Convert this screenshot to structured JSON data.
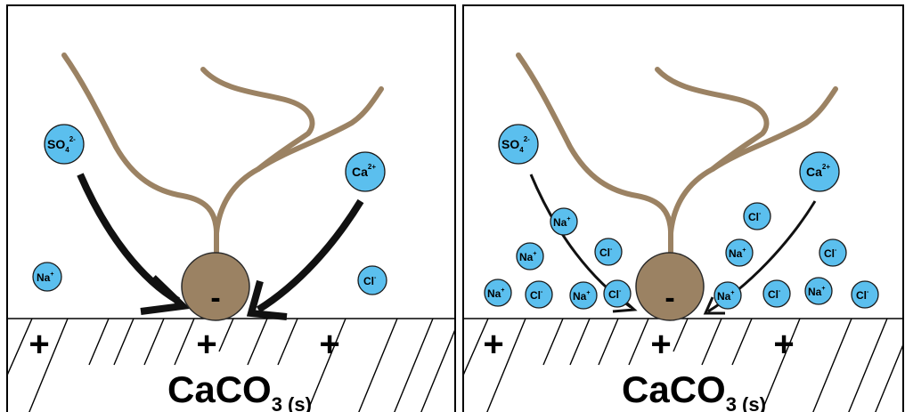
{
  "colors": {
    "ion_fill": "#5bbfee",
    "ion_stroke": "#1a1a1a",
    "polymer": "#9b8263",
    "arrow": "#111111",
    "border": "#000000"
  },
  "panels": [
    {
      "surface_formula": "CaCO",
      "surface_subscript": "3 (s)",
      "particle_charge": "-",
      "surface_charges": [
        "+",
        "+",
        "+"
      ],
      "ions": [
        {
          "base": "SO",
          "sub": "4",
          "sup": "2-"
        },
        {
          "base": "Ca",
          "sub": "",
          "sup": "2+"
        },
        {
          "base": "Na",
          "sub": "",
          "sup": "+"
        },
        {
          "base": "Cl",
          "sub": "",
          "sup": "-"
        }
      ]
    },
    {
      "surface_formula": "CaCO",
      "surface_subscript": "3 (s)",
      "particle_charge": "-",
      "surface_charges": [
        "+",
        "+",
        "+"
      ],
      "ions": [
        {
          "base": "SO",
          "sub": "4",
          "sup": "2-"
        },
        {
          "base": "Ca",
          "sub": "",
          "sup": "2+"
        },
        {
          "base": "Na",
          "sub": "",
          "sup": "+"
        },
        {
          "base": "Cl",
          "sub": "",
          "sup": "-"
        },
        {
          "base": "Na",
          "sub": "",
          "sup": "+"
        },
        {
          "base": "Cl",
          "sub": "",
          "sup": "-"
        },
        {
          "base": "Na",
          "sub": "",
          "sup": "+"
        },
        {
          "base": "Cl",
          "sub": "",
          "sup": "-"
        },
        {
          "base": "Na",
          "sub": "",
          "sup": "+"
        },
        {
          "base": "Cl",
          "sub": "",
          "sup": "-"
        },
        {
          "base": "Na",
          "sub": "",
          "sup": "+"
        },
        {
          "base": "Cl",
          "sub": "",
          "sup": "-"
        },
        {
          "base": "Na",
          "sub": "",
          "sup": "+"
        },
        {
          "base": "Cl",
          "sub": "",
          "sup": "-"
        },
        {
          "base": "Na",
          "sub": "",
          "sup": "+"
        },
        {
          "base": "Cl",
          "sub": "",
          "sup": "-"
        }
      ]
    }
  ]
}
